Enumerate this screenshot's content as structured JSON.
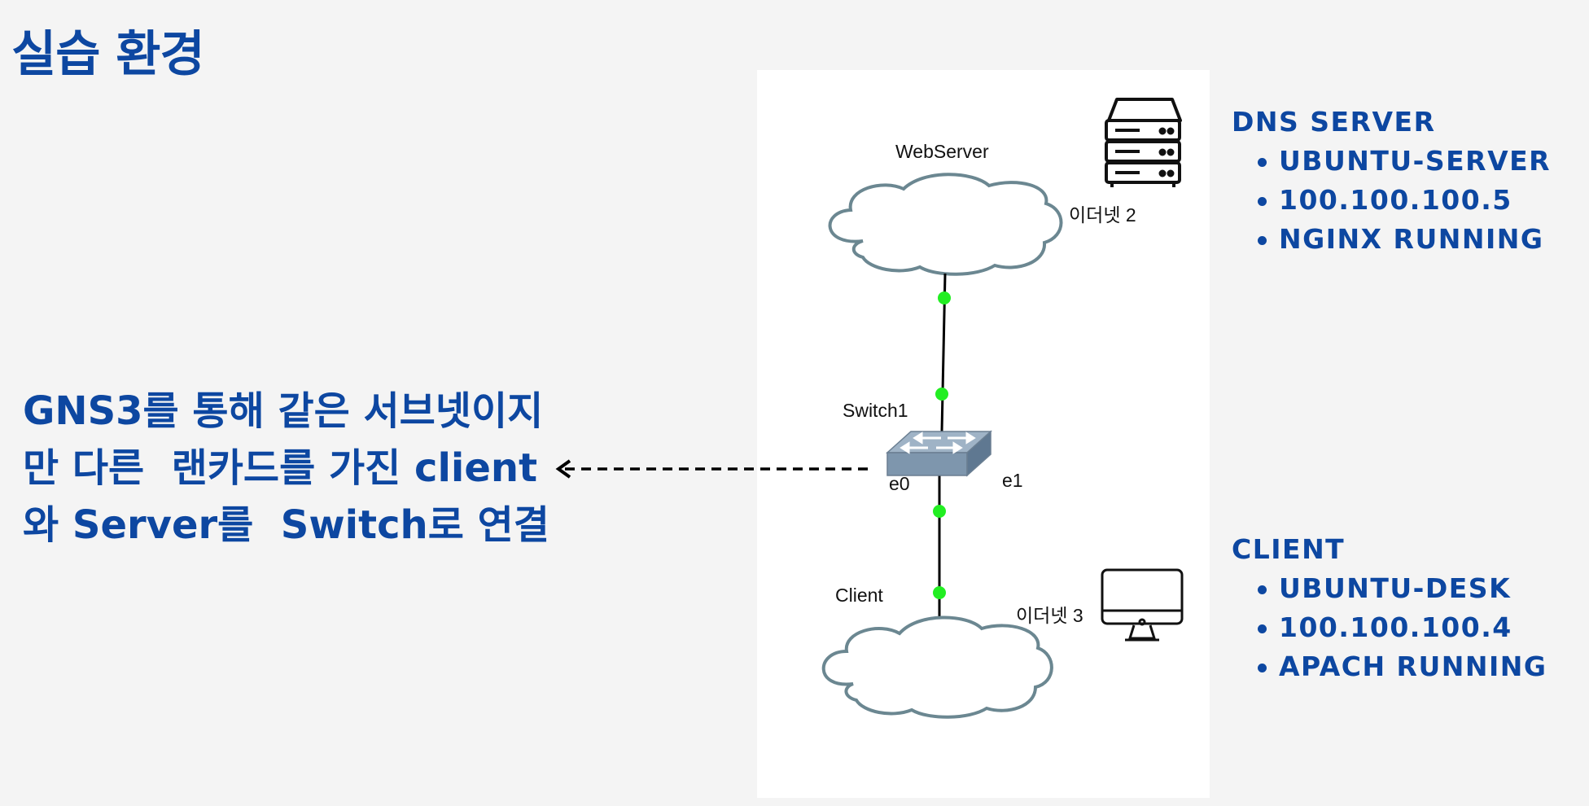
{
  "slide": {
    "title": "실습 환경",
    "description_lines": [
      "GNS3를 통해 같은 서브넷이지",
      "만 다른  랜카드를 가진 client",
      "와 Server를  Switch로 연결"
    ]
  },
  "diagram": {
    "webserver_label": "WebServer",
    "ethernet2_label": "이더넷 2",
    "switch_label": "Switch1",
    "port_e0": "e0",
    "port_e1": "e1",
    "client_label": "Client",
    "ethernet3_label": "이더넷 3"
  },
  "dns_server": {
    "heading": "DNS SERVER",
    "items": [
      "UBUNTU-SERVER",
      "100.100.100.5",
      "NGINX RUNNING"
    ]
  },
  "client": {
    "heading": "CLIENT",
    "items": [
      "UBUNTU-DESK",
      "100.100.100.4",
      "APACH RUNNING"
    ]
  },
  "colors": {
    "accent": "#0d47a1",
    "link_dot": "#22ee22",
    "cloud_stroke": "#6b8791",
    "switch_body": "#7e96ad"
  },
  "icons": [
    "server-icon",
    "monitor-icon",
    "cloud-icon",
    "switch-icon",
    "arrow-icon"
  ]
}
